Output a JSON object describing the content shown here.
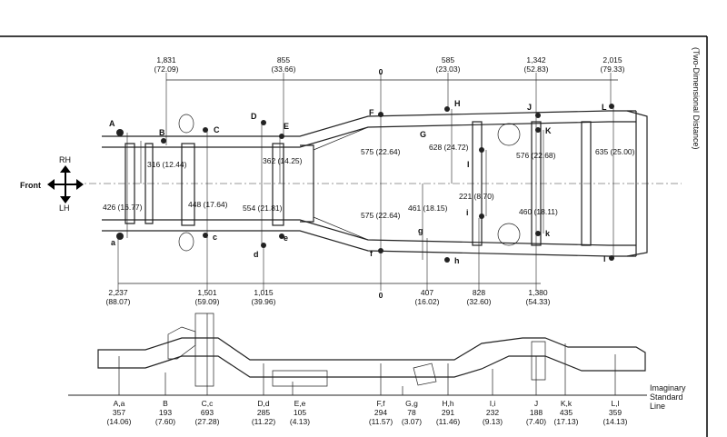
{
  "side_title": "(Two-Dimensional Distance)",
  "orientation": {
    "rh": "RH",
    "front": "Front",
    "lh": "LH"
  },
  "top_dims": [
    {
      "mm": "1,831",
      "in": "(72.09)"
    },
    {
      "mm": "855",
      "in": "(33.66)"
    },
    {
      "mm": "0",
      "in": ""
    },
    {
      "mm": "585",
      "in": "(23.03)"
    },
    {
      "mm": "1,342",
      "in": "(52.83)"
    },
    {
      "mm": "2,015",
      "in": "(79.33)"
    }
  ],
  "bottom_dims": [
    {
      "mm": "2,237",
      "in": "(88.07)"
    },
    {
      "mm": "1,501",
      "in": "(59.09)"
    },
    {
      "mm": "1,015",
      "in": "(39.96)"
    },
    {
      "mm": "0",
      "in": ""
    },
    {
      "mm": "407",
      "in": "(16.02)"
    },
    {
      "mm": "828",
      "in": "(32.60)"
    },
    {
      "mm": "1,380",
      "in": "(54.33)"
    }
  ],
  "plan_points_upper": [
    "A",
    "B",
    "C",
    "D",
    "E",
    "F",
    "G",
    "H",
    "I",
    "J",
    "K",
    "L"
  ],
  "plan_points_lower": [
    "a",
    "c",
    "d",
    "e",
    "f",
    "g",
    "h",
    "i",
    "k",
    "l"
  ],
  "width_dims": [
    "316 (12.44)",
    "426 (16.77)",
    "448 (17.64)",
    "362 (14.25)",
    "554 (21.81)",
    "575 (22.64)",
    "575 (22.64)",
    "628 (24.72)",
    "461 (18.15)",
    "221 (8.70)",
    "576 (22.68)",
    "460 (18.11)",
    "635 (25.00)"
  ],
  "side_points": [
    {
      "label": "A,a",
      "mm": "357",
      "in": "(14.06)"
    },
    {
      "label": "B",
      "mm": "193",
      "in": "(7.60)"
    },
    {
      "label": "C,c",
      "mm": "693",
      "in": "(27.28)"
    },
    {
      "label": "D,d",
      "mm": "285",
      "in": "(11.22)"
    },
    {
      "label": "E,e",
      "mm": "105",
      "in": "(4.13)"
    },
    {
      "label": "F,f",
      "mm": "294",
      "in": "(11.57)"
    },
    {
      "label": "G,g",
      "mm": "78",
      "in": "(3.07)"
    },
    {
      "label": "H,h",
      "mm": "291",
      "in": "(11.46)"
    },
    {
      "label": "I,i",
      "mm": "232",
      "in": "(9.13)"
    },
    {
      "label": "J",
      "mm": "188",
      "in": "(7.40)"
    },
    {
      "label": "K,k",
      "mm": "435",
      "in": "(17.13)"
    },
    {
      "label": "L,l",
      "mm": "359",
      "in": "(14.13)"
    }
  ],
  "imaginary_line": {
    "l1": "Imaginary",
    "l2": "Standard",
    "l3": "Line"
  }
}
